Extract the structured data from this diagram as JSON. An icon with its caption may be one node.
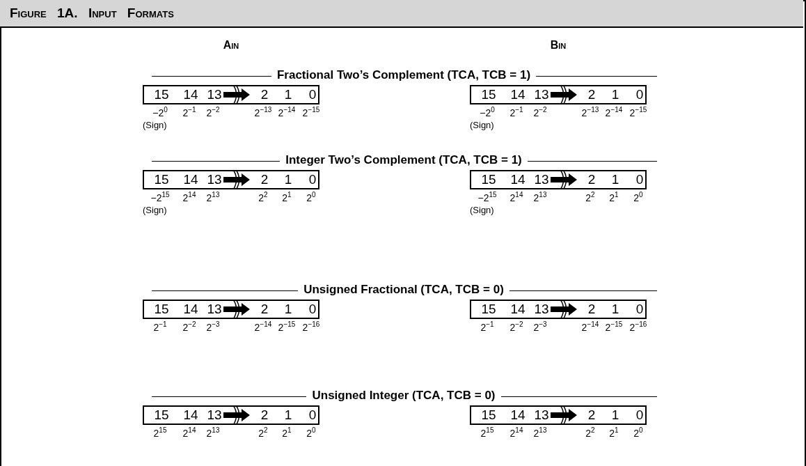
{
  "diagram": {
    "title": "Figure 1A. Input Formats",
    "nodes": [
      {
        "text": [
          "15",
          "14",
          "13",
          "2",
          "1",
          "0"
        ]
      },
      {
        "text": [
          "15",
          "14",
          "13",
          "2",
          "1",
          "0"
        ]
      },
      {
        "text": [
          "15",
          "14",
          "13",
          "2",
          "1",
          "0"
        ]
      },
      {
        "text": [
          "15",
          "14",
          "13",
          "2",
          "1",
          "0"
        ]
      },
      {
        "text": [
          "15",
          "14",
          "13",
          "2",
          "1",
          "0"
        ]
      },
      {
        "text": [
          "15",
          "14",
          "13",
          "2",
          "1",
          "0"
        ]
      },
      {
        "text": [
          "15",
          "14",
          "13",
          "2",
          "1",
          "0"
        ]
      },
      {
        "text": [
          "15",
          "14",
          "13",
          "2",
          "1",
          "0"
        ]
      }
    ],
    "labels": [
      "Ain",
      "Bin",
      "Fractional Two’s Complement (TCA, TCB = 1)",
      "−2$^{0}$",
      "2$^{−1}$",
      "2$^{−2}$",
      "2$^{−13}$",
      "2$^{−14}$",
      "2$^{−15}$",
      "−2$^{0}$",
      "2$^{−1}$",
      "2$^{−2}$",
      "2$^{−13}$",
      "2$^{−14}$",
      "2$^{−15}$",
      "(Sign)",
      "(Sign)",
      "Integer Two’s Complement (TCA, TCB = 1)",
      "−2$^{15}$",
      "2$^{14}$",
      "2$^{13}$",
      "2$^{2}$",
      "2$^{1}$",
      "2$^{0}$",
      "−2$^{15}$",
      "2$^{14}$",
      "2$^{13}$",
      "2$^{2}$",
      "2$^{1}$",
      "2$^{0}$",
      "(Sign)",
      "(Sign)",
      "Unsigned Fractional (TCA, TCB = 0)",
      "2$^{−1}$",
      "2$^{−2}$",
      "2$^{−3}$",
      "2$^{−14}$",
      "2$^{−15}$",
      "2$^{−16}$",
      "2$^{−1}$",
      "2$^{−2}$",
      "2$^{−3}$",
      "2$^{−14}$",
      "2$^{−15}$",
      "2$^{−16}$",
      "Unsigned Integer (TCA, TCB = 0)",
      "2$^{15}$",
      "2$^{14}$",
      "2$^{13}$",
      "2$^{2}$",
      "2$^{1}$",
      "2$^{0}$",
      "2$^{15}$",
      "2$^{14}$",
      "2$^{13}$",
      "2$^{2}$",
      "2$^{1}$",
      "2$^{0}$"
    ]
  }
}
